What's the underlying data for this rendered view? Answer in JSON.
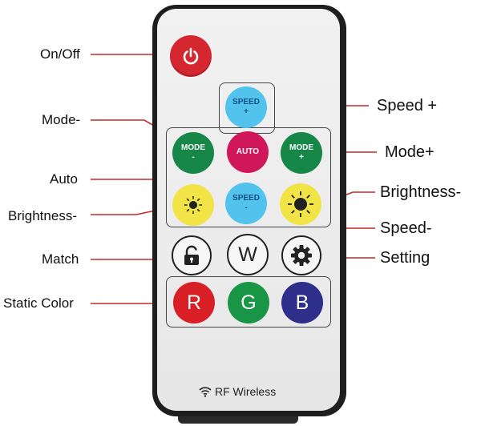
{
  "labels": {
    "on_off": "On/Off",
    "mode_minus": "Mode-",
    "auto": "Auto",
    "brightness_minus": "Brightness-",
    "match": "Match",
    "static_color": "Static Color",
    "speed_plus": "Speed +",
    "mode_plus": "Mode+",
    "brightness_right": "Brightness-",
    "speed_minus": "Speed-",
    "setting": "Setting"
  },
  "buttons": {
    "speed_text": "SPEED",
    "plus": "+",
    "minus": "-",
    "mode_text": "MODE",
    "auto_text": "AUTO",
    "w_text": "W",
    "r_text": "R",
    "g_text": "G",
    "b_text": "B"
  },
  "footer": {
    "text": "RF Wireless"
  },
  "colors": {
    "power": "#d5272f",
    "mode": "#168746",
    "auto": "#d0175a",
    "speed": "#52c3ec",
    "brightness": "#f2e447",
    "red": "#d81f26",
    "green": "#199645",
    "blue": "#2d2f8a",
    "callout_line": "#c62828"
  }
}
